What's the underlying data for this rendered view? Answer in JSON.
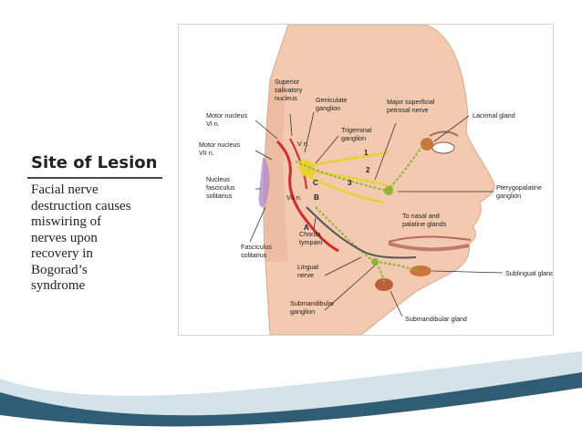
{
  "slide": {
    "title": "Site of Lesion",
    "body_lines": [
      "Facial nerve",
      "destruction causes",
      "miswiring of",
      "nerves  upon",
      "recovery in",
      "Bogorad’s",
      "syndrome"
    ]
  },
  "figure": {
    "labels": {
      "superior_salivatory_1": "Superior",
      "superior_salivatory_2": "salivatory",
      "superior_salivatory_3": "nucleus",
      "geniculate_1": "Geniculate",
      "geniculate_2": "ganglion",
      "major_petrosal_1": "Major superficial",
      "major_petrosal_2": "petrosal nerve",
      "lacrimal": "Lacrimal gland",
      "motor_vi_1": "Motor nucleus",
      "motor_vi_2": "VI n.",
      "motor_vii_1": "Motor nucleus",
      "motor_vii_2": "VII n.",
      "trigeminal_1": "Trigeminal",
      "trigeminal_2": "ganglion",
      "v_n": "V n.",
      "vii_n": "VII n.",
      "num_1": "1",
      "num_2": "2",
      "num_3": "3",
      "letter_a": "A",
      "letter_b": "B",
      "letter_c": "C",
      "nucleus_fasciculus_1": "Nucleus",
      "nucleus_fasciculus_2": "fasciculus",
      "nucleus_fasciculus_3": "solitarius",
      "pterygopalatine_1": "Pterygopalatine",
      "pterygopalatine_2": "ganglion",
      "nasal_1": "To nasal and",
      "nasal_2": "palatine glands",
      "fasciculus_1": "Fasciculus",
      "fasciculus_2": "solitarius",
      "chorda_1": "Chorda",
      "chorda_2": "tympani",
      "lingual_1": "Lingual",
      "lingual_2": "nerve",
      "submandibular_gang_1": "Submandibular",
      "submandibular_gang_2": "ganglion",
      "sublingual": "Sublingual gland",
      "submandibular_gland": "Submandibular gland"
    }
  },
  "colors": {
    "title": "#222222",
    "nerve_red": "#d42a2a",
    "nerve_yellow": "#e8d230",
    "nerve_green": "#8fb33a",
    "skin": "#f3c9b0",
    "wave_dark": "#2f5d73",
    "wave_light": "#c9dbe3"
  }
}
